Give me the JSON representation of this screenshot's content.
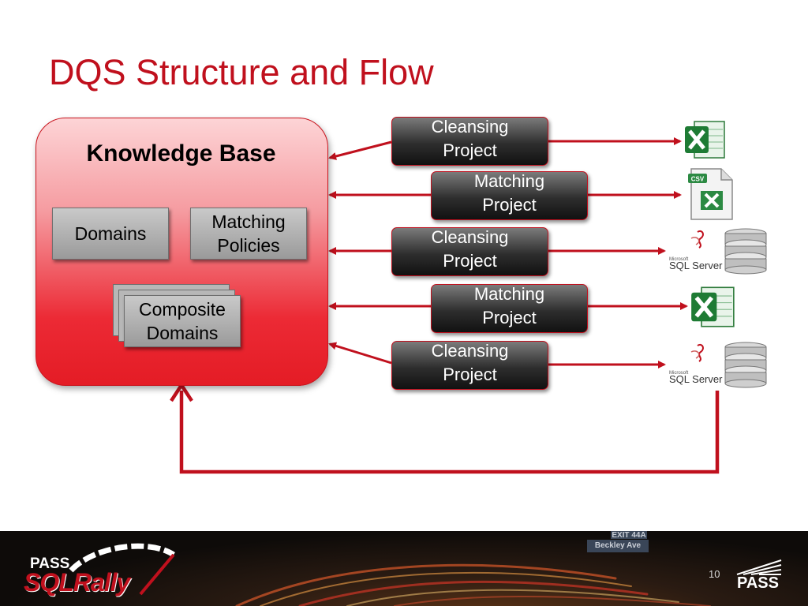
{
  "title": "DQS Structure and Flow",
  "knowledge_base": {
    "title": "Knowledge Base",
    "domains": "Domains",
    "matching_policies": [
      "Matching",
      "Policies"
    ],
    "composite_domains": [
      "Composite",
      "Domains"
    ]
  },
  "projects": [
    {
      "line1": "Cleansing",
      "line2": "Project"
    },
    {
      "line1": "Matching",
      "line2": "Project"
    },
    {
      "line1": "Cleansing",
      "line2": "Project"
    },
    {
      "line1": "Matching",
      "line2": "Project"
    },
    {
      "line1": "Cleansing",
      "line2": "Project"
    }
  ],
  "targets": [
    {
      "icon": "excel-icon"
    },
    {
      "icon": "csv-icon",
      "badge": "CSV"
    },
    {
      "icon": "sql-server-icon",
      "brand_small": "Microsoft",
      "brand": "SQL Server"
    },
    {
      "icon": "excel-icon"
    },
    {
      "icon": "sql-server-icon",
      "brand_small": "Microsoft",
      "brand": "SQL Server"
    }
  ],
  "footer": {
    "logo_top": "PASS",
    "logo_bottom": "SQLRally",
    "page_number": "10",
    "right_logo": "PASS",
    "road_sign": "Beckley Ave",
    "road_sign_top": "EXIT 44A"
  },
  "colors": {
    "accent": "#c0101d",
    "kb_fill": "#ec2a35",
    "project_fill": "#2e2e2e",
    "box_fill": "#b0b0b0"
  }
}
